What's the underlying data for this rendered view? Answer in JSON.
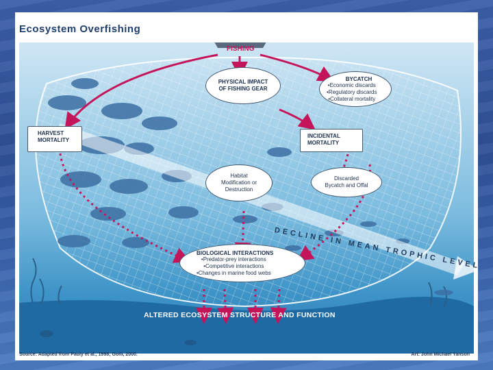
{
  "title": "Ecosystem Overfishing",
  "fishing": "FISHING",
  "physical_impact": [
    "PHYSICAL IMPACT",
    "OF FISHING GEAR"
  ],
  "bycatch": {
    "heading": "BYCATCH",
    "items": [
      "•Economic discards",
      "•Regulatory discards",
      "•Collateral mortality"
    ]
  },
  "harvest": [
    "HARVEST",
    "MORTALITY"
  ],
  "incidental": [
    "INCIDENTAL",
    "MORTALITY"
  ],
  "habitat": [
    "Habitat",
    "Modification or",
    "Destruction"
  ],
  "discarded": [
    "Discarded",
    "Bycatch and Offal"
  ],
  "decline": "DECLINE IN MEAN TROPHIC LEVEL",
  "biological": {
    "heading": "BIOLOGICAL INTERACTIONS",
    "items": [
      "•Predator-prey interactions",
      "•Competitive interactions",
      "•Changes in marine food webs"
    ]
  },
  "altered": "ALTERED ECOSYSTEM STRUCTURE AND FUNCTION",
  "source": "Source: Adapted from Pauly et al., 1998; Goñi, 2000.",
  "art_credit": "Art: John Michael Yanson",
  "colors": {
    "arrow": "#c4155a",
    "net": "#ffffff",
    "fish": "#3c6fa3",
    "title": "#1f3f6e"
  }
}
